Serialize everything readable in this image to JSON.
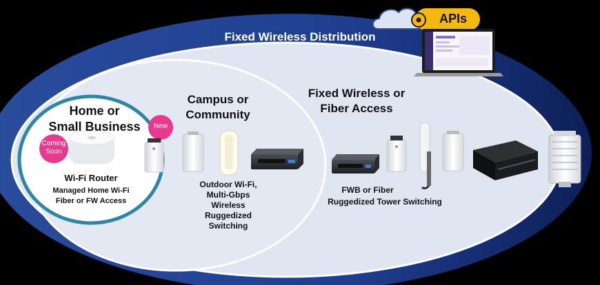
{
  "outer": {
    "title": "Fixed Wireless Distribution"
  },
  "apis": {
    "label": "APIs"
  },
  "home": {
    "title_line1": "Home or",
    "title_line2": "Small Business",
    "badge_coming": "Coming Soon",
    "badge_new": "New",
    "product": "Wi-Fi Router",
    "desc_line1": "Managed Home Wi-Fi",
    "desc_line2": "Fiber or FW Access"
  },
  "campus": {
    "title_line1": "Campus or",
    "title_line2": "Community",
    "desc": [
      "Outdoor Wi-Fi,",
      "Multi-Gbps",
      "Wireless",
      "Ruggedized",
      "Switching"
    ]
  },
  "fwa": {
    "title_line1": "Fixed Wireless or",
    "title_line2": "Fiber Access",
    "desc_line1": "FWB or Fiber",
    "desc_line2": "Ruggedized Tower Switching"
  },
  "colors": {
    "outer_ring": "#1f3e8f",
    "inner_fill": "#dfe5f1",
    "home_ring": "#2d86a5",
    "badge_pink": "#e8388f",
    "apis_yellow": "#f5b90e"
  }
}
